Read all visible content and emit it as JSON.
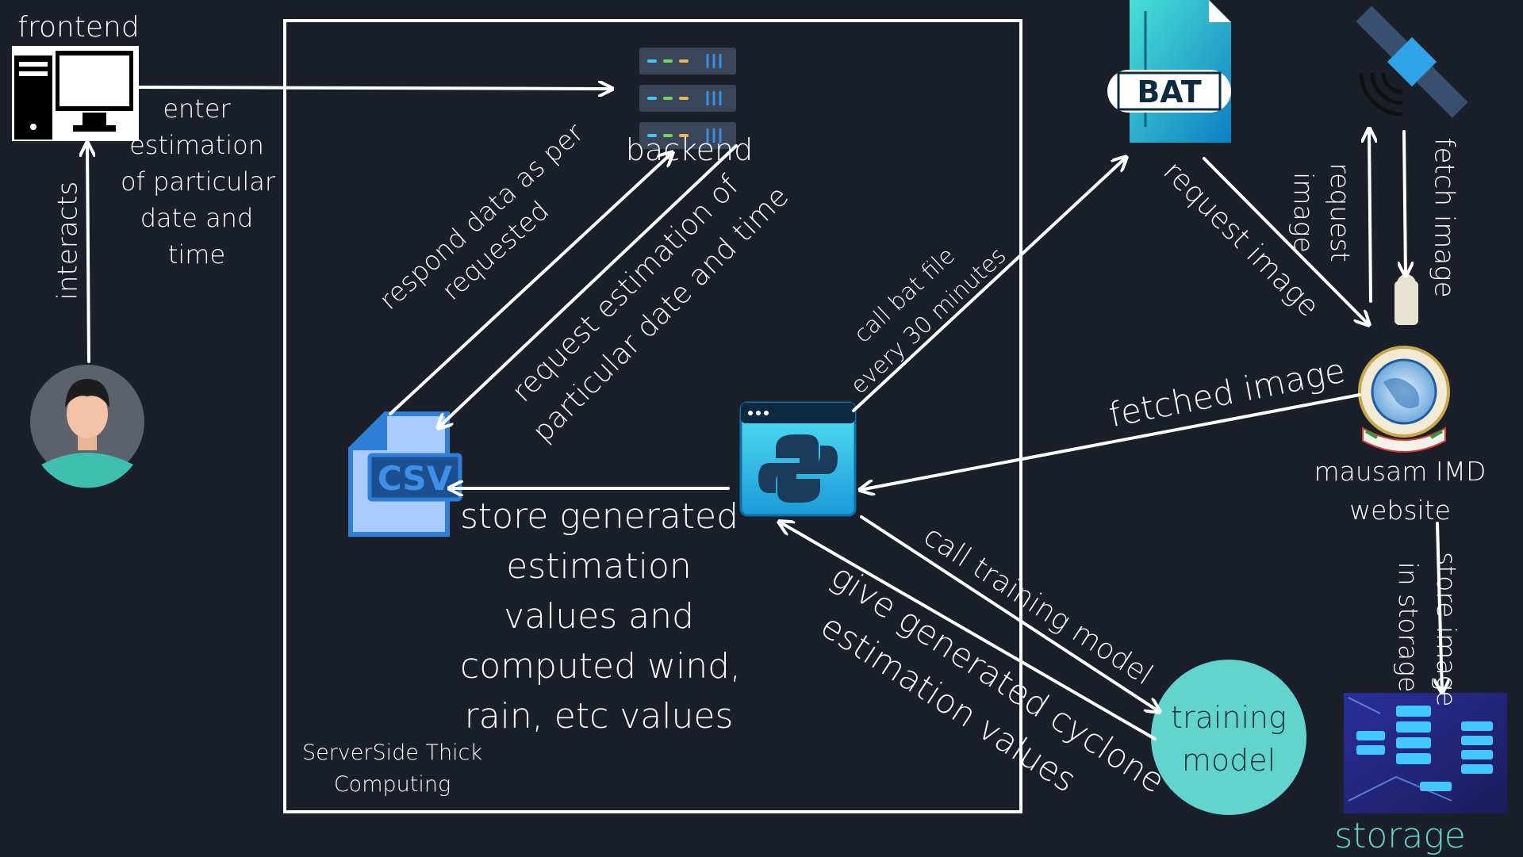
{
  "nodes": {
    "frontend": "frontend",
    "backend": "backend",
    "bat_text": "BAT",
    "csv_text": "CSV",
    "mausam": [
      "mausam IMD",
      "website"
    ],
    "training_model": [
      "training",
      "model"
    ],
    "storage": "storage",
    "server_box": [
      "ServerSide Thick",
      "Computing"
    ]
  },
  "edges": {
    "interacts": "interacts",
    "enter_estimation": [
      "enter",
      "estimation",
      "of particular",
      "date and",
      "time"
    ],
    "respond_data": [
      "respond data as per",
      "requested"
    ],
    "request_estimation": [
      "request estimation of",
      "particular date and time"
    ],
    "call_bat": [
      "call bat file",
      "every 30 minutes"
    ],
    "request_image_bat": "request image",
    "request_image_sat": [
      "request",
      "image"
    ],
    "fetch_image": "fetch image",
    "fetched_image": "fetched image",
    "store_generated": [
      "store generated",
      "estimation",
      "values and",
      "computed wind,",
      "rain, etc values"
    ],
    "call_training": "call training model",
    "give_generated": [
      "give generated cyclone",
      "estimation values"
    ],
    "store_image": [
      "store image",
      "in storage"
    ]
  },
  "colors": {
    "background": "#1b1f29",
    "line": "#ffffff",
    "teal": "#62d3cd",
    "csv_blue": "#2f7fd8",
    "python_cyan": "#2cc8ee"
  }
}
